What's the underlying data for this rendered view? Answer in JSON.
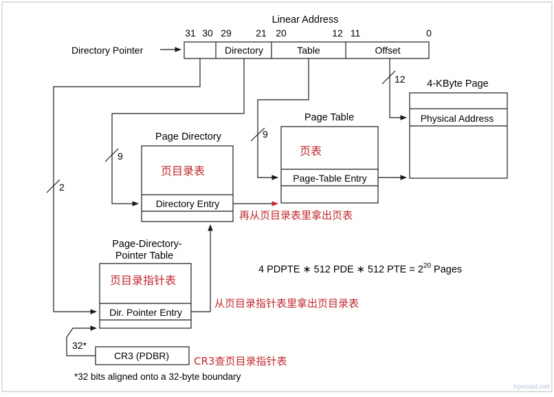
{
  "linear_address": {
    "title": "Linear Address",
    "bit_labels": [
      "31",
      "30",
      "29",
      "21",
      "20",
      "12",
      "11",
      "0"
    ],
    "fields": [
      "Directory",
      "Table",
      "Offset"
    ],
    "pointer_label": "Directory Pointer"
  },
  "widths": {
    "pointer": "2",
    "directory": "9",
    "table": "9",
    "offset": "12",
    "cr3": "32*"
  },
  "page": {
    "title": "4-KByte Page",
    "entry": "Physical Address"
  },
  "page_table": {
    "title": "Page Table",
    "cn_label": "页表",
    "entry": "Page-Table Entry"
  },
  "page_directory": {
    "title": "Page Directory",
    "cn_label": "页目录表",
    "entry": "Directory Entry",
    "cn_note": "再从页目录表里拿出页表"
  },
  "pdpt": {
    "title_line1": "Page-Directory-",
    "title_line2": "Pointer Table",
    "cn_label": "页目录指针表",
    "entry": "Dir. Pointer Entry",
    "cn_note": "从页目录指针表里拿出页目录表"
  },
  "cr3": {
    "label": "CR3 (PDBR)",
    "cn_note": "CR3查页目录指针表"
  },
  "formula": {
    "text": "4 PDPTE ∗ 512 PDE ∗ 512 PTE = 2",
    "exponent": "20",
    "suffix": " Pages"
  },
  "footnote": "*32 bits aligned onto a 32-byte boundary",
  "watermark": "hpeoad.net",
  "colors": {
    "line": "#1a1a1a",
    "annotation": "#c0282d",
    "border": "#bfbfbf"
  }
}
